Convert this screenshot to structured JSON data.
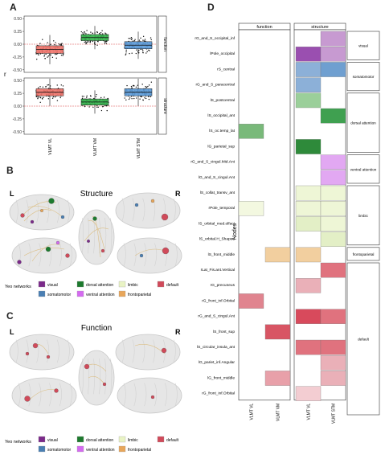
{
  "panels": {
    "a": "A",
    "b": "B",
    "c": "C",
    "d": "D"
  },
  "boxplot": {
    "ylabel": "r",
    "yticks": [
      "0.50",
      "0.25",
      "0.00",
      "-0.25",
      "-0.50"
    ],
    "yticks_values": [
      0.5,
      0.25,
      0,
      -0.25,
      -0.5
    ],
    "categories": [
      "VLMT VL",
      "VLMT VM",
      "VLMT STM"
    ],
    "facets": [
      {
        "name": "function",
        "medians": [
          -0.1,
          0.13,
          -0.02
        ],
        "q1": [
          -0.18,
          0.07,
          -0.09
        ],
        "q3": [
          -0.03,
          0.19,
          0.05
        ]
      },
      {
        "name": "structure",
        "medians": [
          0.27,
          0.08,
          0.27
        ],
        "q1": [
          0.2,
          0.02,
          0.2
        ],
        "q3": [
          0.34,
          0.14,
          0.34
        ]
      }
    ],
    "colors": [
      "#f0736a",
      "#33b24a",
      "#5b9bd9"
    ]
  },
  "brains_b": {
    "title": "Structure",
    "left": "L",
    "right": "R"
  },
  "brains_c": {
    "title": "Function",
    "left": "L",
    "right": "R"
  },
  "legend": {
    "title": "Yeo networks",
    "items": [
      {
        "label": "visual",
        "color": "#7b2a8a"
      },
      {
        "label": "dorsal attention",
        "color": "#1d7a2e"
      },
      {
        "label": "limbic",
        "color": "#e9f3c4"
      },
      {
        "label": "default",
        "color": "#d04a5a"
      },
      {
        "label": "somatomotor",
        "color": "#4a7fb3"
      },
      {
        "label": "ventral attention",
        "color": "#d46bf0"
      },
      {
        "label": "frontoparietal",
        "color": "#e8a65a"
      }
    ]
  },
  "heatmap": {
    "ylabel": "Nodes",
    "column_groups": [
      "function",
      "structure"
    ],
    "columns": [
      "VLMT VL",
      "VLMT VM",
      "VLMT VL",
      "VLMT STM"
    ],
    "network_groups": [
      {
        "name": "visual",
        "rows": 2
      },
      {
        "name": "somatomotor",
        "rows": 2
      },
      {
        "name": "dorsal attention",
        "rows": 4
      },
      {
        "name": "ventral attention",
        "rows": 2
      },
      {
        "name": "limbic",
        "rows": 4
      },
      {
        "name": "frontoparietal",
        "rows": 1
      },
      {
        "name": "default",
        "rows": 10
      }
    ],
    "rows": [
      {
        "label": "rG_and_S_occipital_inf",
        "cells": [
          "",
          "",
          "",
          "#c79ad1"
        ]
      },
      {
        "label": "lPole_occipital",
        "cells": [
          "",
          "",
          "#9a4fb0",
          "#c79ad1"
        ]
      },
      {
        "label": "rS_central",
        "cells": [
          "",
          "",
          "#8cb0d8",
          "#6f9fd0"
        ]
      },
      {
        "label": "rG_and_S_paracentral",
        "cells": [
          "",
          "",
          "#8cb0d8",
          ""
        ]
      },
      {
        "label": "lS_postcentral",
        "cells": [
          "",
          "",
          "#9bcf9a",
          ""
        ]
      },
      {
        "label": "lS_occipital_ant",
        "cells": [
          "",
          "",
          "",
          "#3fa050"
        ]
      },
      {
        "label": "lS_oc.temp_lat",
        "cells": [
          "#79b97a",
          "",
          "",
          ""
        ]
      },
      {
        "label": "lG_parietal_sup",
        "cells": [
          "",
          "",
          "#2e8a3a",
          ""
        ]
      },
      {
        "label": "rG_and_S_cingul.Mid.Ant",
        "cells": [
          "",
          "",
          "",
          "#e2a8f2"
        ]
      },
      {
        "label": "lG_and_S_cingul.Ant",
        "cells": [
          "",
          "",
          "",
          "#e2a8f2"
        ]
      },
      {
        "label": "lS_collat_transv_ant",
        "cells": [
          "",
          "",
          "#eef6d6",
          "#eef6d6"
        ]
      },
      {
        "label": "rPole_temporal",
        "cells": [
          "#f3f8e0",
          "",
          "#eef6d6",
          "#eef6d6"
        ]
      },
      {
        "label": "lS_orbital_med.olfact",
        "cells": [
          "",
          "",
          "#e3efc6",
          "#eef6d6"
        ]
      },
      {
        "label": "lS_orbital.H_Shaped",
        "cells": [
          "",
          "",
          "",
          "#e3efc6"
        ]
      },
      {
        "label": "lS_front_middle",
        "cells": [
          "",
          "#f2cf9f",
          "#f2cf9f",
          ""
        ]
      },
      {
        "label": "rLat_Fis.ant.Vertical",
        "cells": [
          "",
          "",
          "",
          "#e0727e"
        ]
      },
      {
        "label": "rG_precuneus",
        "cells": [
          "",
          "",
          "#eab0b8",
          ""
        ]
      },
      {
        "label": "rG_front_inf.Orbital",
        "cells": [
          "#e0848f",
          "",
          "",
          ""
        ]
      },
      {
        "label": "rG_and_S_cingul.Ant",
        "cells": [
          "",
          "",
          "#d84a5c",
          "#e0727e"
        ]
      },
      {
        "label": "lS_front_sup",
        "cells": [
          "",
          "#d85564",
          "",
          ""
        ]
      },
      {
        "label": "lS_circular_insula_ant",
        "cells": [
          "",
          "",
          "#e0727e",
          "#e0727e"
        ]
      },
      {
        "label": "lG_pariet_inf.Angular",
        "cells": [
          "",
          "",
          "",
          "#eab0b8"
        ]
      },
      {
        "label": "lG_front_middle",
        "cells": [
          "",
          "#e8a0a9",
          "",
          "#eab0b8"
        ]
      },
      {
        "label": "rG_front_inf.Orbital",
        "cells": [
          "",
          "",
          "#f3cdd2",
          ""
        ]
      }
    ]
  }
}
